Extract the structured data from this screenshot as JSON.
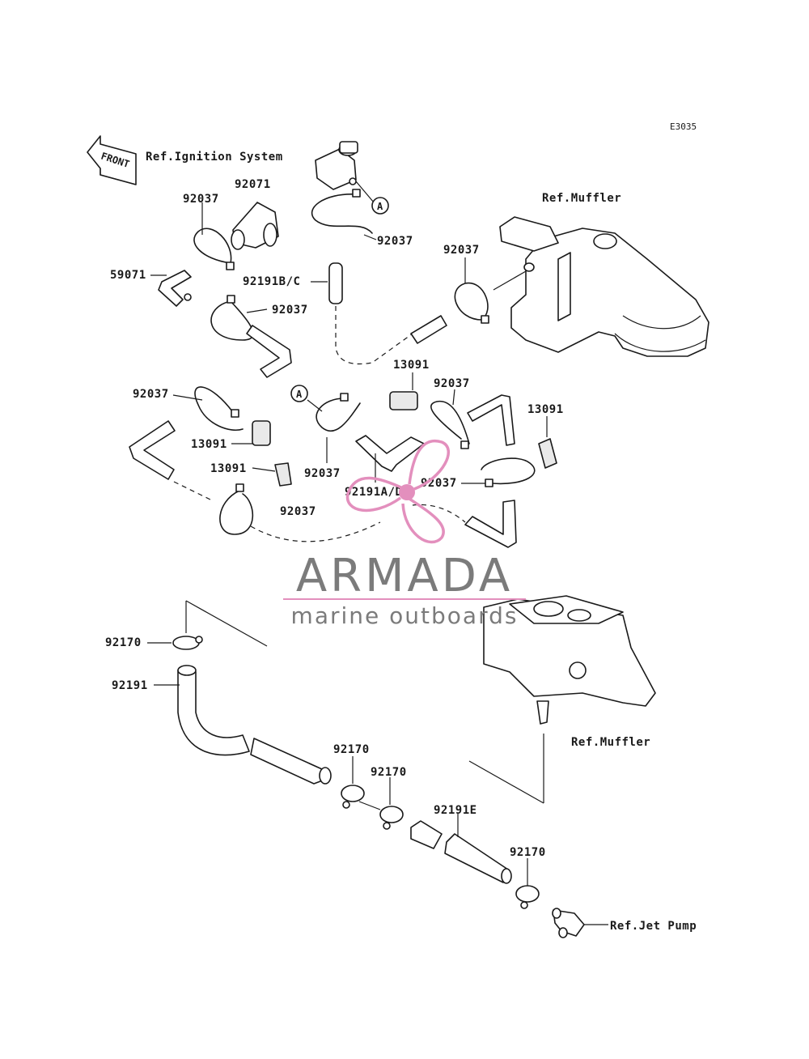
{
  "diagram_code": "E3035",
  "front_arrow_text": "FRONT",
  "references": {
    "ignition": "Ref.Ignition System",
    "muffler_top": "Ref.Muffler",
    "muffler_bottom": "Ref.Muffler",
    "jet_pump": "Ref.Jet Pump"
  },
  "part_labels": {
    "p92071": "92071",
    "p92037_a": "92037",
    "p92037_b": "92037",
    "p59071": "59071",
    "p92191bc": "92191B/C",
    "p92037_c": "92037",
    "p92037_d": "92037",
    "p13091_a": "13091",
    "p92037_e": "92037",
    "p13091_b": "13091",
    "p92037_f": "92037",
    "p13091_c": "13091",
    "p13091_d": "13091",
    "p92037_g": "92037",
    "p92191ad": "92191A/D",
    "p92037_h": "92037",
    "p92037_i": "92037",
    "p92170_a": "92170",
    "p92191": "92191",
    "p92170_b": "92170",
    "p92170_c": "92170",
    "p92191e": "92191E",
    "p92170_d": "92170"
  },
  "markers": {
    "a_top": "A",
    "a_mid": "A"
  },
  "watermark": {
    "brand": "ARMADA",
    "tagline": "marine outboards",
    "accent_color": "#e38fbd",
    "text_color": "#7b7b7b"
  }
}
